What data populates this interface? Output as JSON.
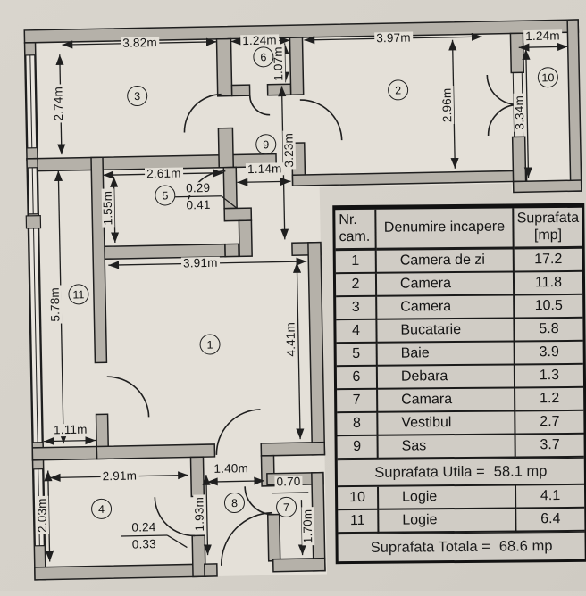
{
  "plan": {
    "markers": {
      "r1": "1",
      "r2": "2",
      "r3": "3",
      "r4": "4",
      "r5": "5",
      "r6": "6",
      "r7": "7",
      "r8": "8",
      "r9": "9",
      "r10": "10",
      "r11": "11"
    },
    "dims": {
      "d382": "3.82m",
      "d124a": "1.24m",
      "d397": "3.97m",
      "d124b": "1.24m",
      "d274": "2.74m",
      "d107": "1.07m",
      "d296": "2.96m",
      "d334": "3.34m",
      "d261": "2.61m",
      "d114": "1.14m",
      "d323": "3.23m",
      "d155": "1.55m",
      "d029": "0.29",
      "d041": "0.41",
      "d391": "3.91m",
      "d578": "5.78m",
      "d441": "4.41m",
      "d111": "1.11m",
      "d291": "2.91m",
      "d140": "1.40m",
      "d070": "0.70",
      "d203": "2.03m",
      "d193": "1.93m",
      "d170": "1.70m",
      "d024": "0.24",
      "d033": "0.33"
    }
  },
  "table": {
    "header": {
      "nr_cam": "Nr.\ncam.",
      "denumire": "Denumire incapere",
      "suprafata": "Suprafata\n[mp]"
    },
    "rows": [
      {
        "nr": "1",
        "name": "Camera de zi",
        "area": "17.2"
      },
      {
        "nr": "2",
        "name": "Camera",
        "area": "11.8"
      },
      {
        "nr": "3",
        "name": "Camera",
        "area": "10.5"
      },
      {
        "nr": "4",
        "name": "Bucatarie",
        "area": "5.8"
      },
      {
        "nr": "5",
        "name": "Baie",
        "area": "3.9"
      },
      {
        "nr": "6",
        "name": "Debara",
        "area": "1.3"
      },
      {
        "nr": "7",
        "name": "Camara",
        "area": "1.2"
      },
      {
        "nr": "8",
        "name": "Vestibul",
        "area": "2.7"
      },
      {
        "nr": "9",
        "name": "Sas",
        "area": "3.7"
      }
    ],
    "utila_label": "Suprafata Utila =",
    "utila_value": "58.1 mp",
    "rows2": [
      {
        "nr": "10",
        "name": "Logie",
        "area": "4.1"
      },
      {
        "nr": "11",
        "name": "Logie",
        "area": "6.4"
      }
    ],
    "totala_label": "Suprafata Totala =",
    "totala_value": "68.6 mp"
  },
  "colors": {
    "paper": "#d6d2ca",
    "room": "#e4e0d8",
    "wall": "#b5b1a9",
    "line": "#1f1f1f"
  }
}
